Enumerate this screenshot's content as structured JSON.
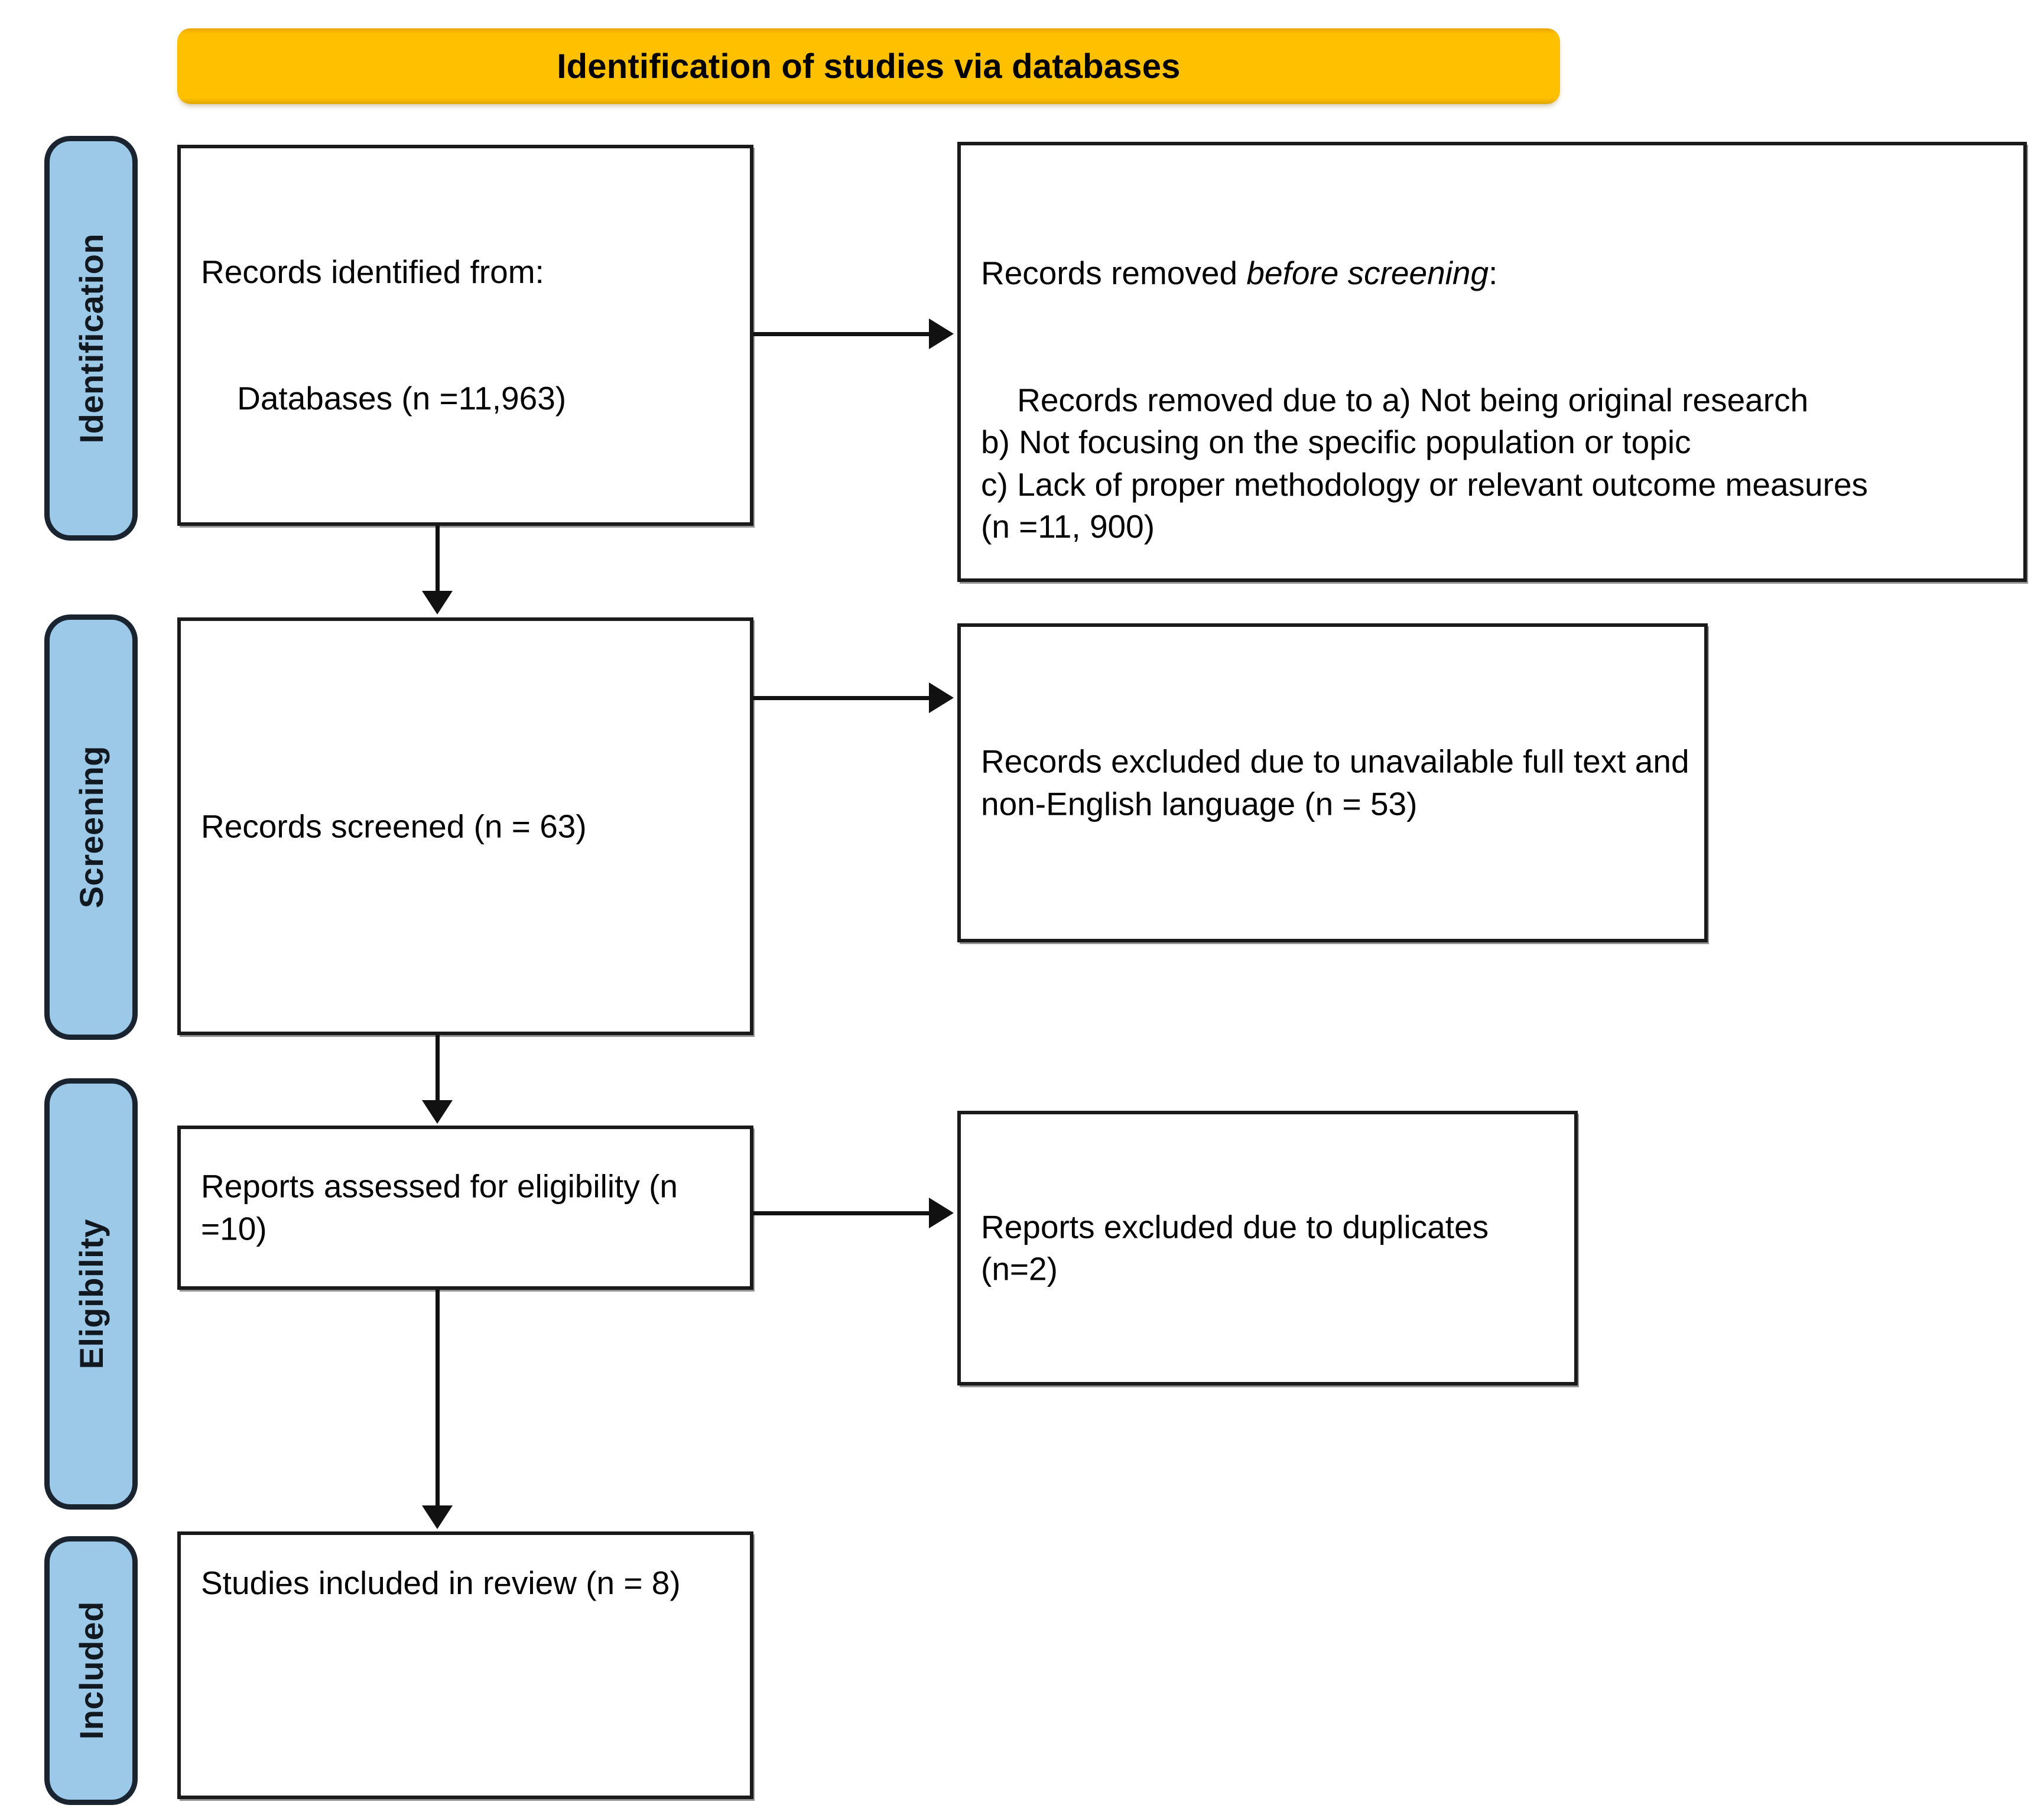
{
  "header": {
    "title": "Identification of studies via databases"
  },
  "phases": [
    {
      "id": "identification",
      "label": "Identification"
    },
    {
      "id": "screening",
      "label": "Screening"
    },
    {
      "id": "eligibility",
      "label": "Eligibility"
    },
    {
      "id": "included",
      "label": "Included"
    }
  ],
  "boxes": {
    "records_identified": {
      "line1": "Records identified from:",
      "line2": "    Databases (n =11,963)"
    },
    "records_removed": {
      "heading_prefix": "Records removed ",
      "heading_italic": "before screening",
      "heading_suffix": ":",
      "body": "    Records removed due to a) Not being original research\nb) Not focusing on the specific population or topic\nc) Lack of proper methodology or relevant outcome measures\n(n =11, 900)"
    },
    "records_screened": {
      "text": "Records screened (n = 63)"
    },
    "records_excluded": {
      "text": "Records excluded due to unavailable full text and non-English language (n = 53)"
    },
    "reports_assessed": {
      "text": "Reports assessed for eligibility (n =10)"
    },
    "reports_excluded": {
      "text": "Reports excluded due to duplicates (n=2)"
    },
    "studies_included": {
      "text": "Studies included in review (n = 8)"
    }
  },
  "colors": {
    "header_fill": "#FFC000",
    "phase_fill": "#9DC9E8",
    "phase_border": "#1A2430",
    "box_border": "#1A1A1A",
    "connector": "#111111",
    "page_background": "#FFFFFF"
  },
  "counts": {
    "databases_identified": "11,963",
    "removed_before_screening": "11, 900",
    "screened": "63",
    "excluded_screening": "53",
    "assessed_eligibility": "10",
    "excluded_duplicates": "2",
    "included_in_review": "8"
  }
}
